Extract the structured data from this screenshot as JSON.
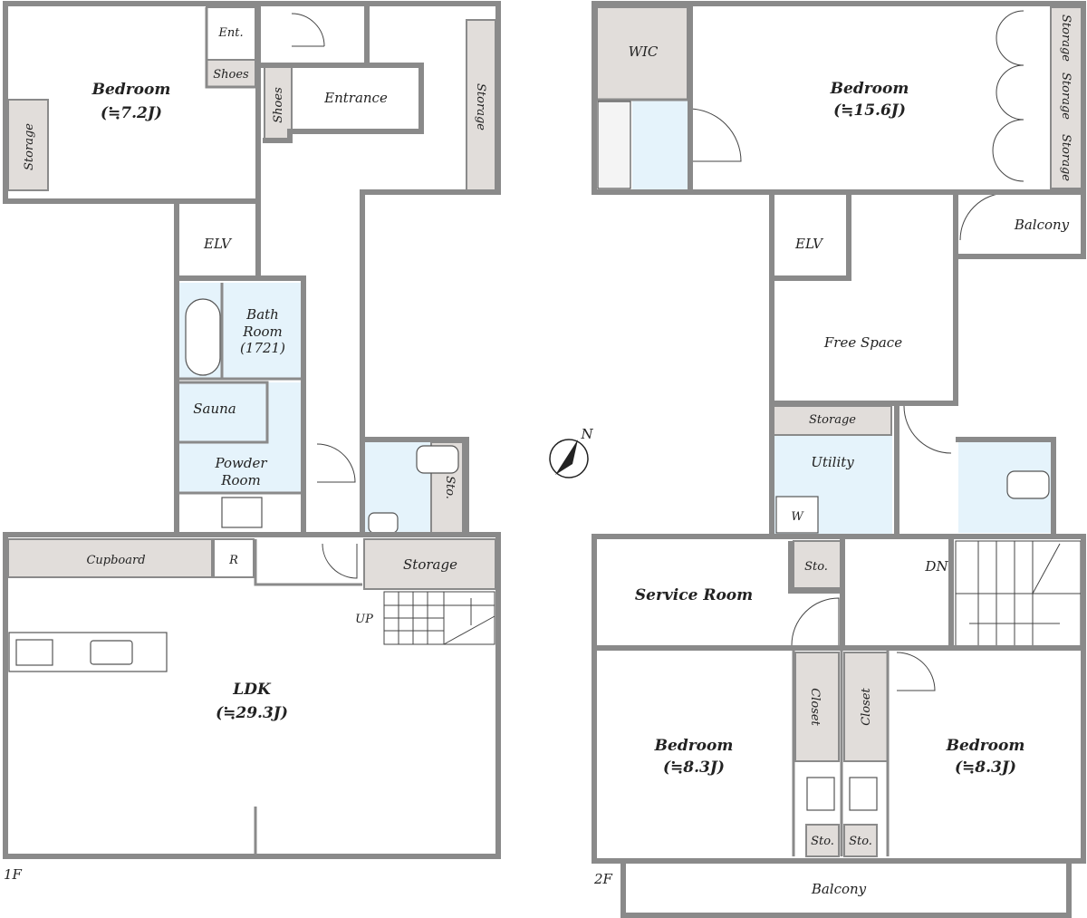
{
  "floor1": {
    "label": "1F",
    "rooms": {
      "bedroom": "Bedroom",
      "bedroom_size": "(≒7.2J)",
      "entrance_small": "Ent.",
      "shoes1": "Shoes",
      "shoes2": "Shoes",
      "entrance": "Entrance",
      "storage_left": "Storage",
      "storage_right": "Storage",
      "elv": "ELV",
      "bath1": "Bath",
      "bath2": "Room",
      "bath3": "(1721)",
      "sauna": "Sauna",
      "powder1": "Powder",
      "powder2": "Room",
      "sto": "Sto.",
      "cupboard": "Cupboard",
      "fridge": "R",
      "storage_stair": "Storage",
      "up": "UP",
      "ldk": "LDK",
      "ldk_size": "(≒29.3J)"
    }
  },
  "floor2": {
    "label": "2F",
    "rooms": {
      "wic": "WIC",
      "bedroom_main": "Bedroom",
      "bedroom_main_size": "(≒15.6J)",
      "storage1": "Storage",
      "storage2": "Storage",
      "storage3": "Storage",
      "balcony_side": "Balcony",
      "elv": "ELV",
      "free_space": "Free Space",
      "storage_util": "Storage",
      "utility": "Utility",
      "washer": "W",
      "service_room": "Service Room",
      "sto_service": "Sto.",
      "dn": "DN",
      "closet1": "Closet",
      "closet2": "Closet",
      "bedroom_l": "Bedroom",
      "bedroom_l_size": "(≒8.3J)",
      "bedroom_r": "Bedroom",
      "bedroom_r_size": "(≒8.3J)",
      "sto_l": "Sto.",
      "sto_r": "Sto.",
      "balcony_bottom": "Balcony"
    }
  },
  "compass": {
    "label": "N"
  },
  "colors": {
    "wall": "#8a8a8a",
    "wet_area": "#e5f3fb",
    "storage": "#e1ddda"
  }
}
